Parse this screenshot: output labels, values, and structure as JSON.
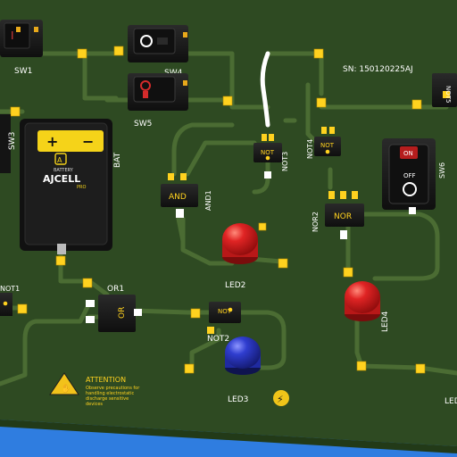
{
  "board": {
    "serial": "SN: 150120225AJ",
    "colors": {
      "background": "#2f7de0",
      "board": "#2e4a22",
      "trace": "#4b6c33",
      "pad": "#ffd21f",
      "chip": "#1b1b1b",
      "silk": "#ffffff",
      "led_red": "#d62020",
      "led_blue": "#2432b8"
    }
  },
  "switches": {
    "sw1": {
      "label": "SW1"
    },
    "sw3": {
      "label": "SW3"
    },
    "sw4": {
      "label": "SW4"
    },
    "sw5": {
      "label": "SW5"
    },
    "sw6": {
      "label": "SW6",
      "on_text": "ON",
      "off_text": "OFF"
    }
  },
  "battery": {
    "label": "BAT",
    "plus": "+",
    "minus": "−",
    "brand_top": "BATTERY",
    "brand": "AJCELL",
    "brand_sub": "PRO"
  },
  "gates": {
    "and1": {
      "chip_text": "AND",
      "label": "AND1"
    },
    "not1": {
      "label": "NOT1"
    },
    "not2": {
      "chip_text": "NOT",
      "label": "NOT2"
    },
    "not3": {
      "chip_text": "NOT",
      "label": "NOT3"
    },
    "not4": {
      "chip_text": "NOT",
      "label": "NOT4"
    },
    "nor2": {
      "chip_text": "NOR",
      "label": "NOR2"
    },
    "or1": {
      "chip_text": "OR",
      "label": "OR1"
    }
  },
  "leds": {
    "led2": {
      "label": "LED2"
    },
    "led3": {
      "label": "LED3"
    },
    "led4": {
      "label": "LED4"
    },
    "led5": {
      "label": "LED"
    }
  },
  "attention": {
    "title": "ATTENTION",
    "line1": "Observe precautions for",
    "line2": "handling electrostatic",
    "line3": "discharge sensitive",
    "line4": "devices"
  },
  "partial_labels": {
    "right_edge": "NOT5"
  }
}
